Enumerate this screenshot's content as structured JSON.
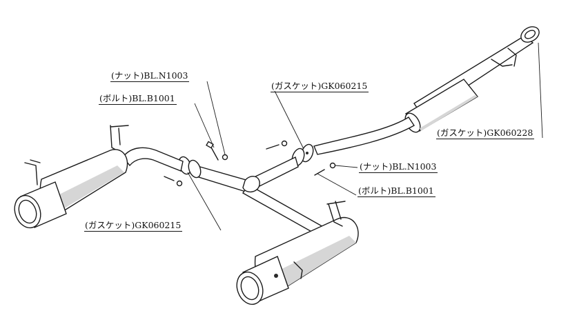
{
  "labels": {
    "nut_top": "(ナット)BL.N1003",
    "bolt_top": "(ボルト)BL.B1001",
    "gasket_center": "(ガスケット)GK060215",
    "gasket_front": "(ガスケット)GK060228",
    "nut_right": "(ナット)BL.N1003",
    "bolt_right": "(ボルト)BL.B1001",
    "gasket_left": "(ガスケット)GK060215"
  }
}
